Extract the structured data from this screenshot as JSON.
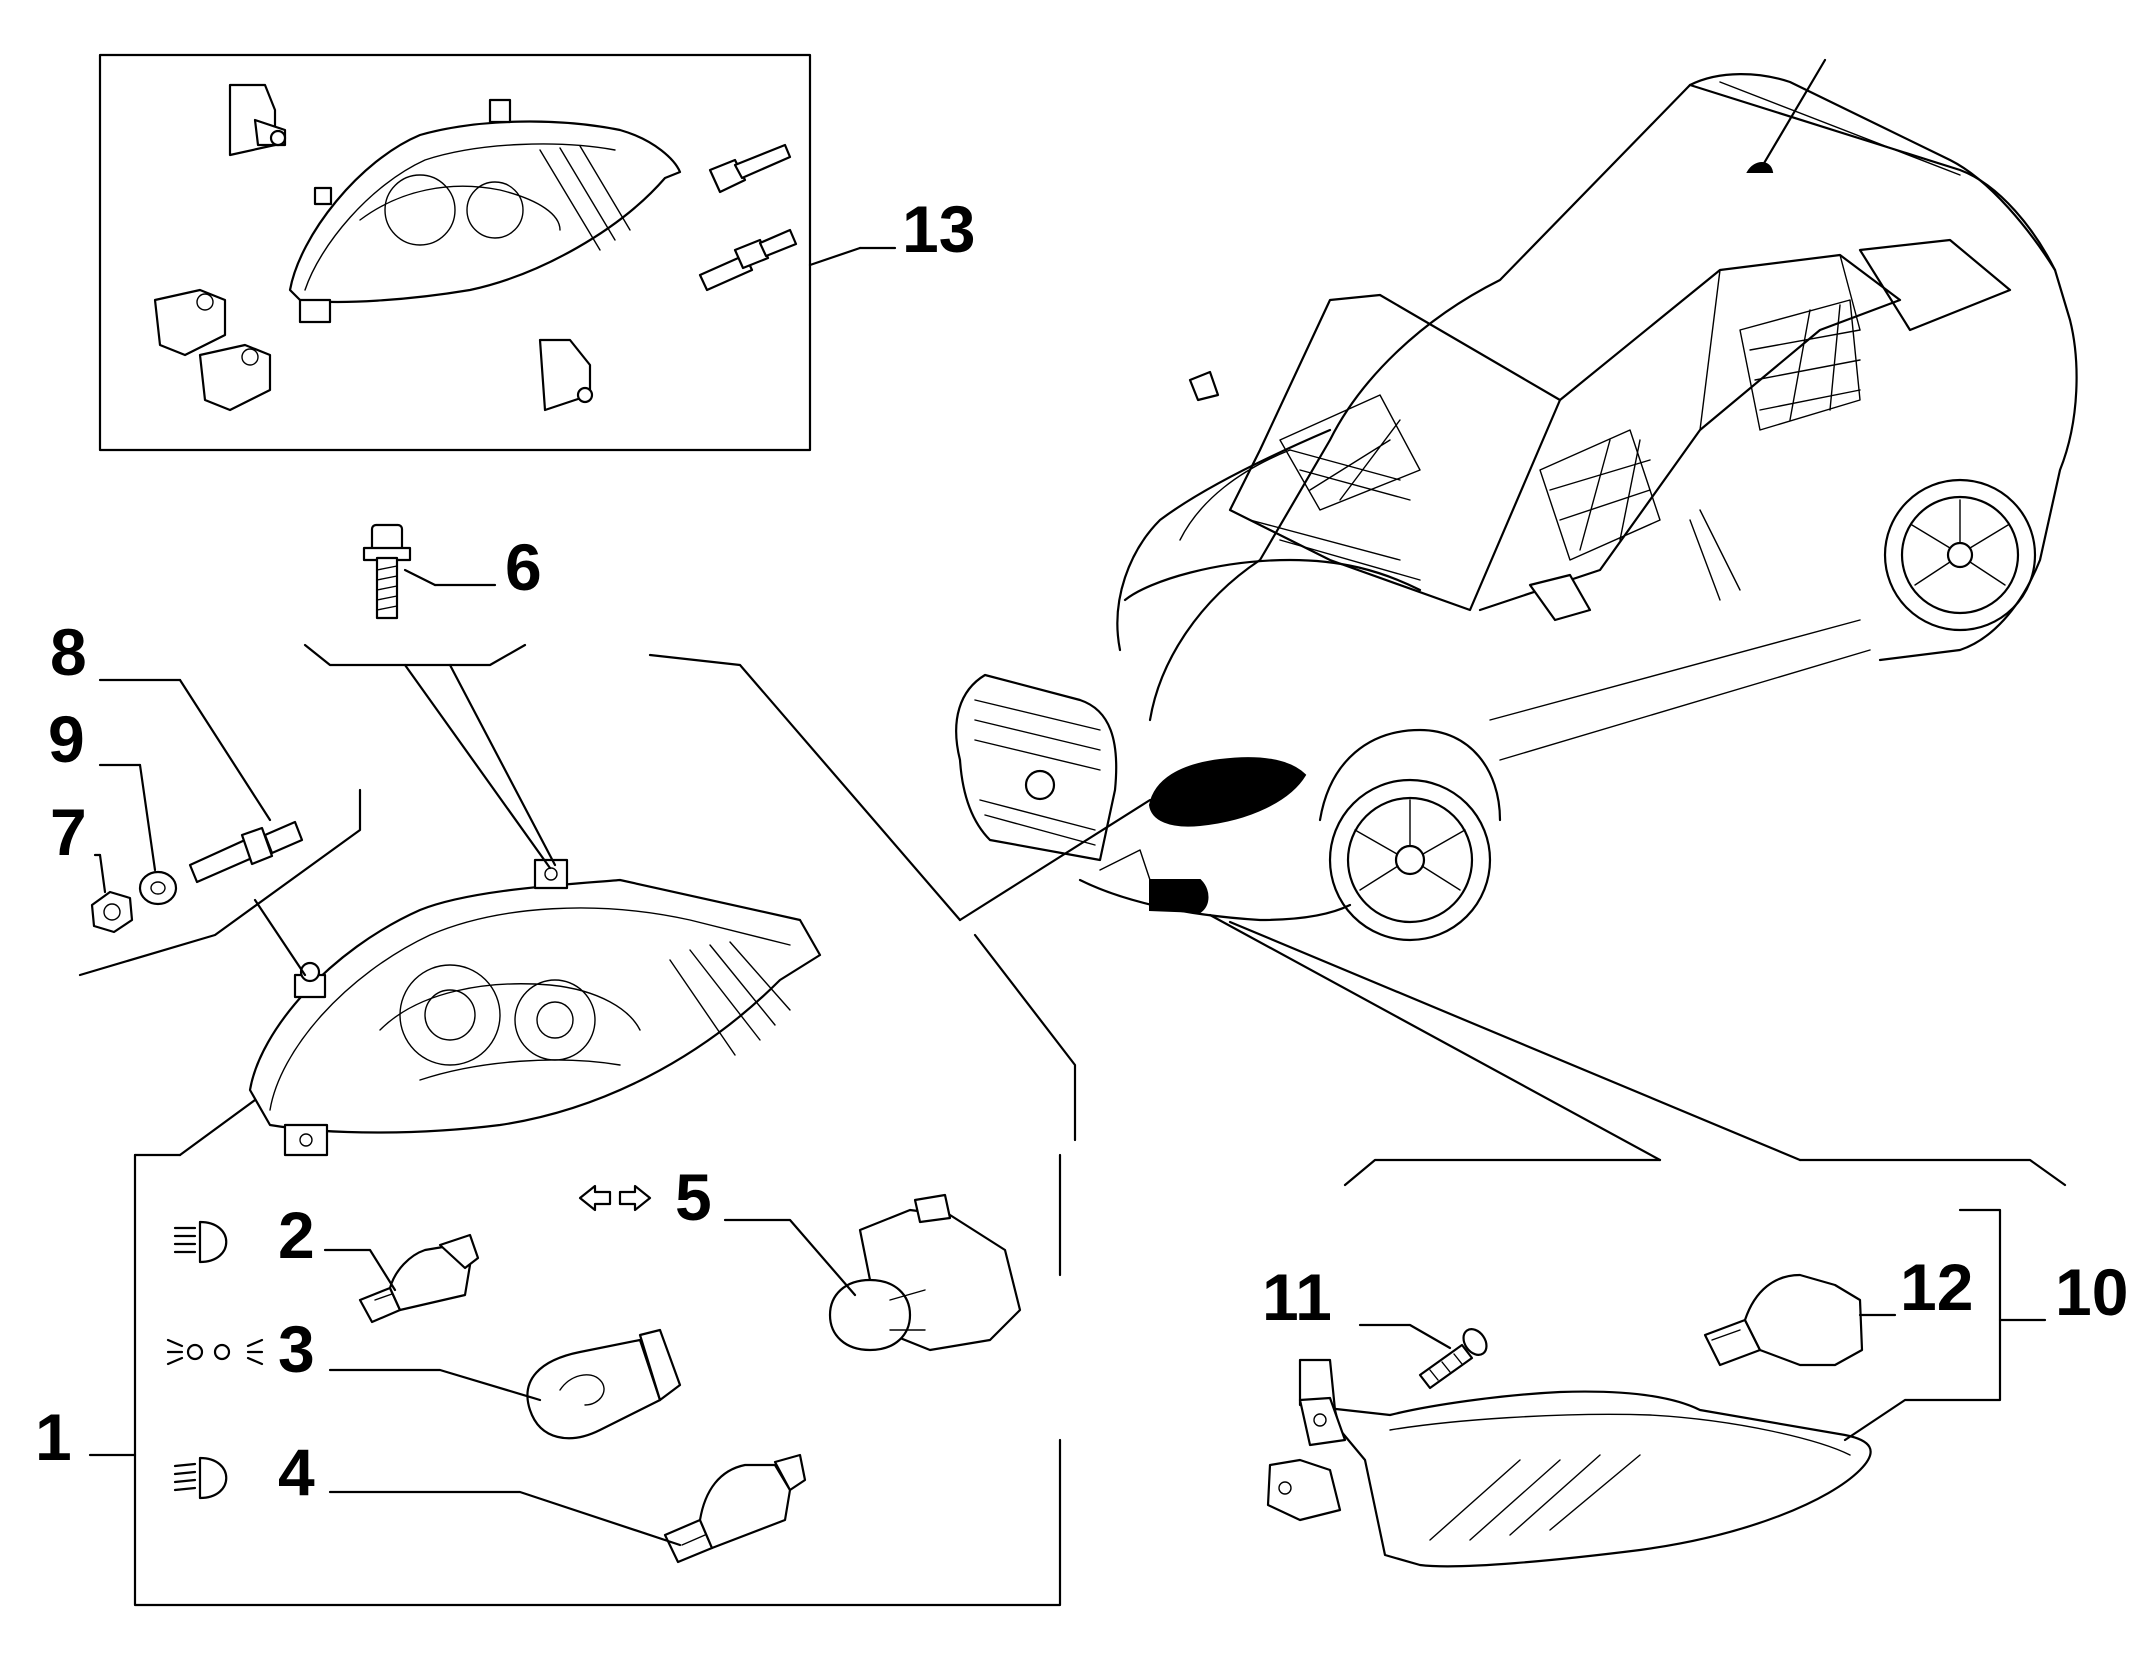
{
  "callouts": {
    "c1": "1",
    "c2": "2",
    "c3": "3",
    "c4": "4",
    "c5": "5",
    "c6": "6",
    "c7": "7",
    "c8": "8",
    "c9": "9",
    "c10": "10",
    "c11": "11",
    "c12": "12",
    "c13": "13"
  },
  "icons": {
    "high_beam": "high-beam-icon",
    "position_light": "position-light-icon",
    "low_beam": "low-beam-icon",
    "direction_indicator": "direction-indicator-icon"
  },
  "colors": {
    "line": "#000000",
    "background": "#ffffff"
  }
}
